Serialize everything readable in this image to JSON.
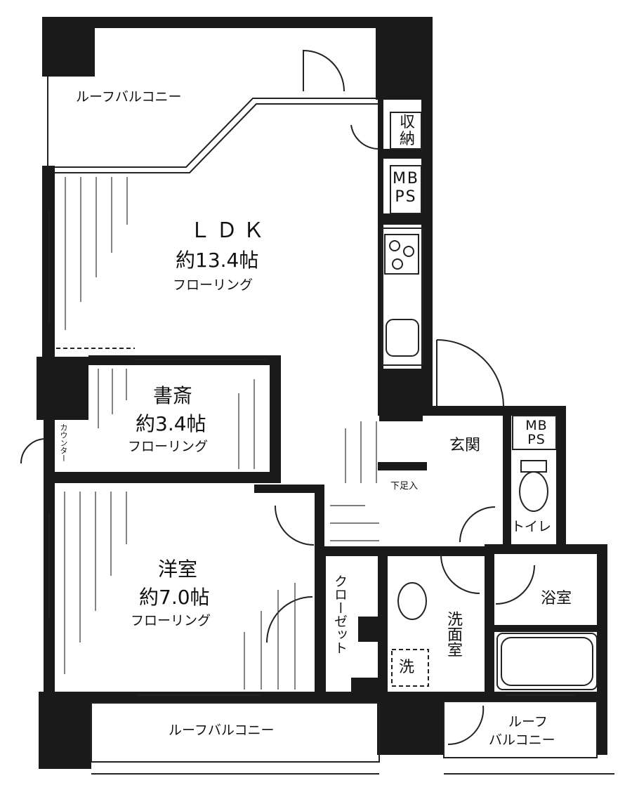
{
  "rooms": {
    "ldk": {
      "name": "ＬＤＫ",
      "size": "約13.4帖",
      "floor": "フローリング"
    },
    "study": {
      "name": "書斎",
      "size": "約3.4帖",
      "floor": "フローリング"
    },
    "western": {
      "name": "洋室",
      "size": "約7.0帖",
      "floor": "フローリング"
    },
    "entrance": {
      "name": "玄関"
    },
    "toilet": {
      "name": "トイレ"
    },
    "bath": {
      "name": "浴室"
    },
    "washroom": {
      "name": "洗面室"
    },
    "closet": {
      "name": "クローゼット"
    }
  },
  "labels": {
    "roof_balcony_top": "ルーフバルコニー",
    "roof_balcony_bottom": "ルーフバルコニー",
    "roof_balcony_right_1": "ルーフ",
    "roof_balcony_right_2": "バルコニー",
    "storage_1": "収",
    "storage_2": "納",
    "mbps_1_top": "MB",
    "mbps_1_bottom": "PS",
    "mbps_2_top": "MB",
    "mbps_2_bottom": "PS",
    "counter": "カウンター",
    "shoe_box": "下足入",
    "washer": "洗"
  },
  "colors": {
    "wall": "#1a1a1a",
    "line": "#222222",
    "background": "#ffffff"
  }
}
